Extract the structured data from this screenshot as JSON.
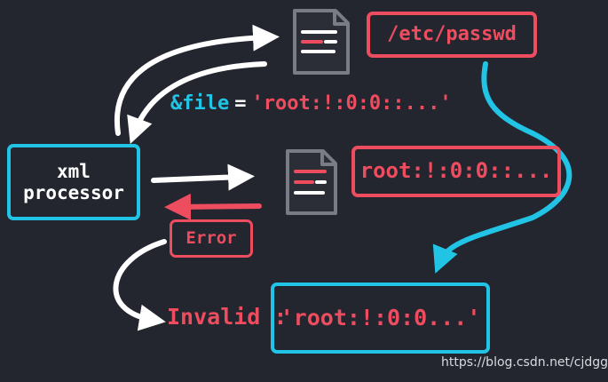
{
  "diagram": {
    "xml_processor": "xml\nprocessor",
    "file_path": "/etc/passwd",
    "entity": {
      "name": "&file",
      "equals": "=",
      "value": "'root:!:0:0::...'"
    },
    "file_contents": "'root:!:0:0::...'",
    "error_label": "Error",
    "invalid_label": "Invalid :",
    "invalid_value": "'root:!:0:0...'"
  },
  "icons": {
    "file_top": "document-icon",
    "file_middle": "document-icon"
  },
  "colors": {
    "background": "#23262f",
    "red": "#ee4d5f",
    "cyan": "#22c4e6",
    "white": "#ffffff",
    "doc_outline": "#7a7c85"
  },
  "watermark": "https://blog.csdn.net/cjdgg"
}
